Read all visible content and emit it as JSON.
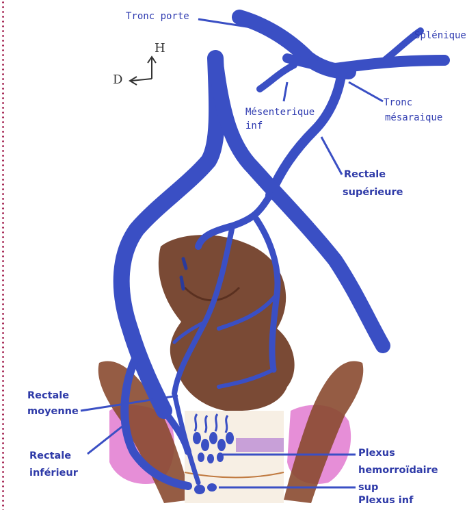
{
  "labels": {
    "tronc_porte": "Tronc porte",
    "splenique": "Splénique",
    "tronc_mesaraique_1": "Tronc",
    "tronc_mesaraique_2": "mésaraique",
    "mesenterique_inf_1": "Mésenterique",
    "mesenterique_inf_2": "inf",
    "rectale_superieure_1": "Rectale",
    "rectale_superieure_2": "supérieure",
    "rectale_moyenne_1": "Rectale",
    "rectale_moyenne_2": "moyenne",
    "rectale_inferieur_1": "Rectale",
    "rectale_inferieur_2": "inférieur",
    "plexus_sup_1": "Plexus",
    "plexus_sup_2": "hemorroïdaire",
    "plexus_sup_3": "sup",
    "plexus_inf": "Plexus inf"
  },
  "orientation": {
    "up": "H",
    "right": "D"
  },
  "colors": {
    "vein": "#3a4fc4",
    "vein_dark": "#2a3a9a",
    "rectum": "#7a4a35",
    "muscle": "#8a4a30",
    "pink": "#e27ad0",
    "label": "#2f3bb0",
    "border": "#a01a4a"
  }
}
